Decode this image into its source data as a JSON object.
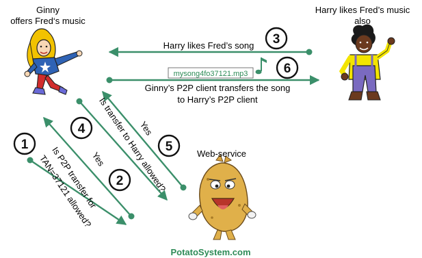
{
  "colors": {
    "arrow": "#3b8f6a",
    "brand": "#2e8b57",
    "text": "#000000"
  },
  "actors": {
    "ginny_caption_1": "Ginny",
    "ginny_caption_2": "offers Fred‘s music",
    "harry_caption_1": "Harry likes Fred’s music",
    "harry_caption_2": "also",
    "service_caption": "Web-service",
    "brand": "PotatoSystem.com"
  },
  "messages": {
    "harry_likes": "Harry likes Fred’s song",
    "file_name": "mysong4fo37121.mp3",
    "transfer_1": "Ginny’s P2P client transfers the song",
    "transfer_2": "to Harry’s P2P client",
    "q1_line1": "Is P2P transfer for",
    "q1_line2": "TAN=37121 allowed?",
    "yes_1": "Yes",
    "q2_line1": "Is transfer to Harry allowed?",
    "yes_2": "Yes"
  },
  "steps": [
    "1",
    "2",
    "3",
    "4",
    "5",
    "6"
  ],
  "icons": [
    "ginny-figure-icon",
    "harry-figure-icon",
    "potato-icon",
    "music-note-icon"
  ]
}
